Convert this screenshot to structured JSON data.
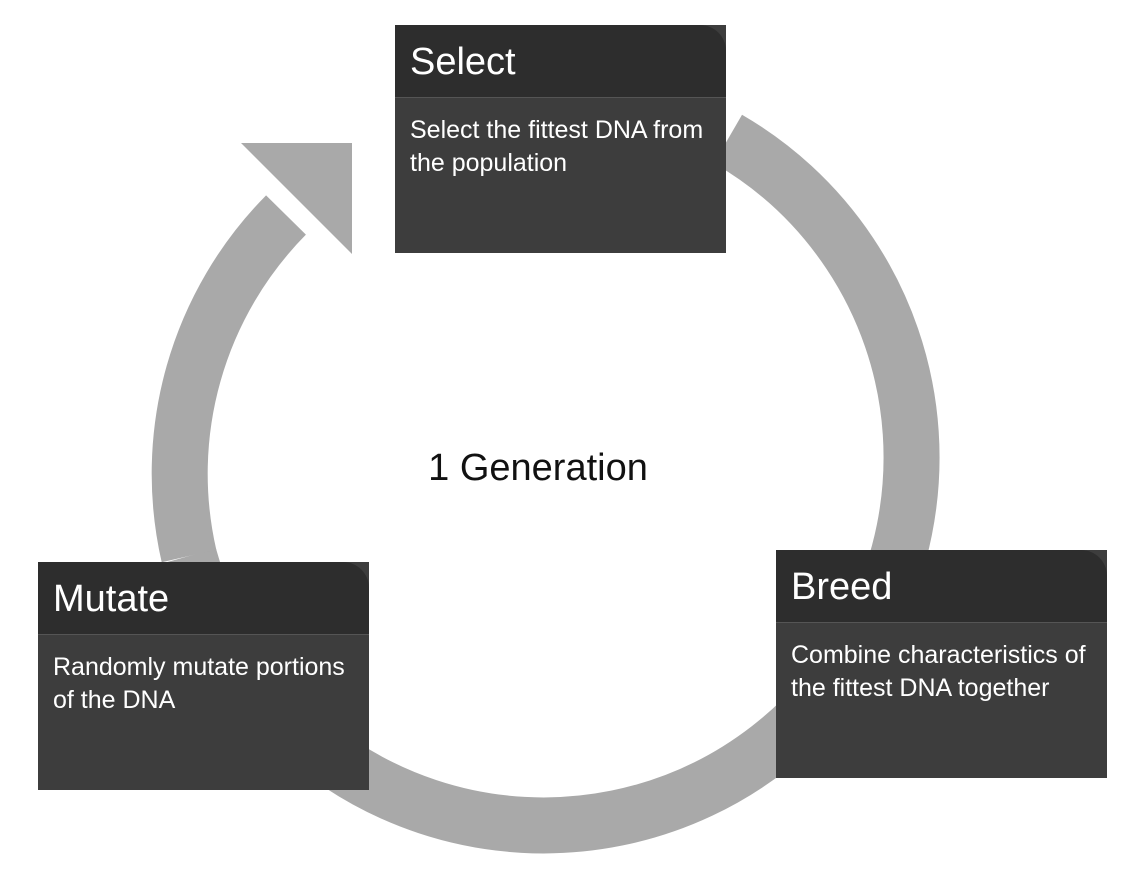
{
  "diagram": {
    "center_label": "1 Generation",
    "steps": [
      {
        "title": "Select",
        "description": "Select the fittest DNA from the population"
      },
      {
        "title": "Breed",
        "description": "Combine characteristics of the fittest DNA together"
      },
      {
        "title": "Mutate",
        "description": "Randomly mutate portions of the DNA"
      }
    ],
    "colors": {
      "ring": "#a9a9a9",
      "card_body": "#3d3d3d",
      "card_header": "#2d2d2d",
      "card_text": "#ffffff",
      "center_text": "#111111"
    }
  }
}
